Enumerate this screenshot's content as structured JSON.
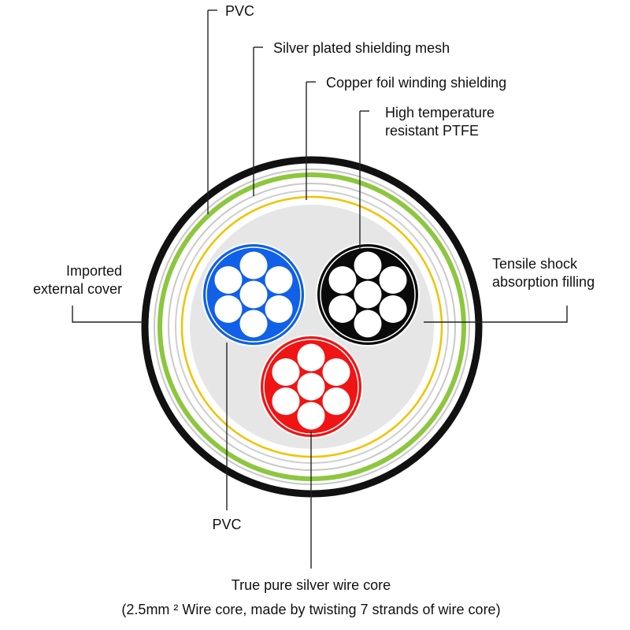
{
  "labels": {
    "outer_pvc": "PVC",
    "silver_mesh": "Silver plated shielding mesh",
    "copper_foil": "Copper foil winding shielding",
    "ptfe_line1": "High temperature",
    "ptfe_line2": "resistant PTFE",
    "imported_line1": "Imported",
    "imported_line2": "external cover",
    "tensile_line1": "Tensile shock",
    "tensile_line2": "absorption filling",
    "inner_pvc": "PVC",
    "core": "True pure silver wire core",
    "core_note": "(2.5mm ² Wire core, made by twisting 7 strands of wire core)"
  },
  "colors": {
    "outer_jacket": "#111111",
    "silver_mesh": "#8dc63f",
    "copper_foil": "#f2c200",
    "filling": "#e6e6e6",
    "core_blue": "#1060e8",
    "core_black": "#0a0a0a",
    "core_red": "#f01414",
    "strand": "#ffffff"
  },
  "cores": [
    {
      "name": "blue-core",
      "color": "#1060e8"
    },
    {
      "name": "black-core",
      "color": "#0a0a0a"
    },
    {
      "name": "red-core",
      "color": "#f01414"
    }
  ]
}
